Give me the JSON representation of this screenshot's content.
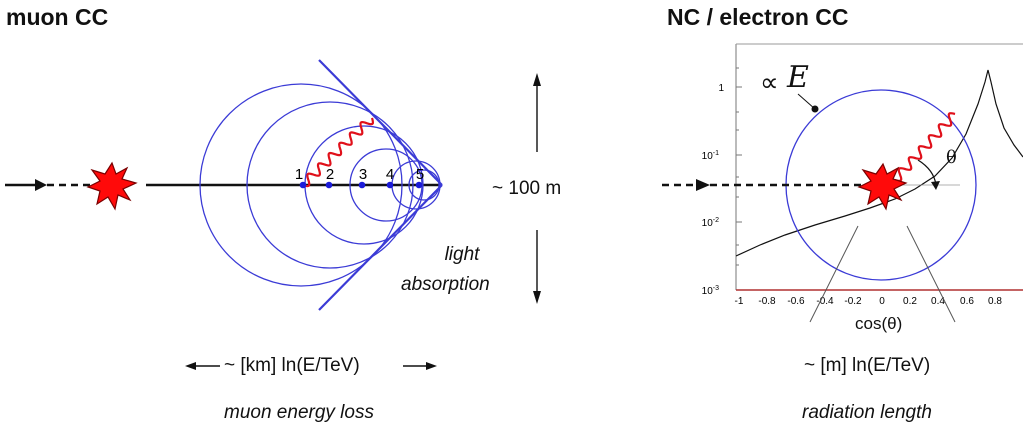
{
  "left": {
    "title": "muon CC",
    "height_label": "~ 100 m",
    "absorption_line1": "light",
    "absorption_line2": "absorption",
    "length_label": "~ [km] ln(E/TeV)",
    "caption": "muon energy loss",
    "points": [
      "1",
      "2",
      "3",
      "4",
      "5"
    ]
  },
  "right": {
    "title": "NC / electron CC",
    "proportional_label": "∝",
    "energy_symbol": "E",
    "angle_symbol": "θ",
    "x_axis_label": "cos(θ)",
    "x_ticks": [
      "-1",
      "-0.8",
      "-0.6",
      "-0.4",
      "-0.2",
      "0",
      "0.2",
      "0.4",
      "0.6",
      "0.8"
    ],
    "y_ticks": [
      "1",
      "10",
      "10",
      "10"
    ],
    "y_tick_exponents": [
      "",
      "-1",
      "-2",
      "-3"
    ],
    "length_label": "~  [m] ln(E/TeV)",
    "caption": "radiation length"
  },
  "colors": {
    "track": "#111111",
    "cherenkov": "#3b3bd6",
    "photon": "#e0101a",
    "burst": "#ff0a0a",
    "axis_baseline": "#b03030"
  }
}
